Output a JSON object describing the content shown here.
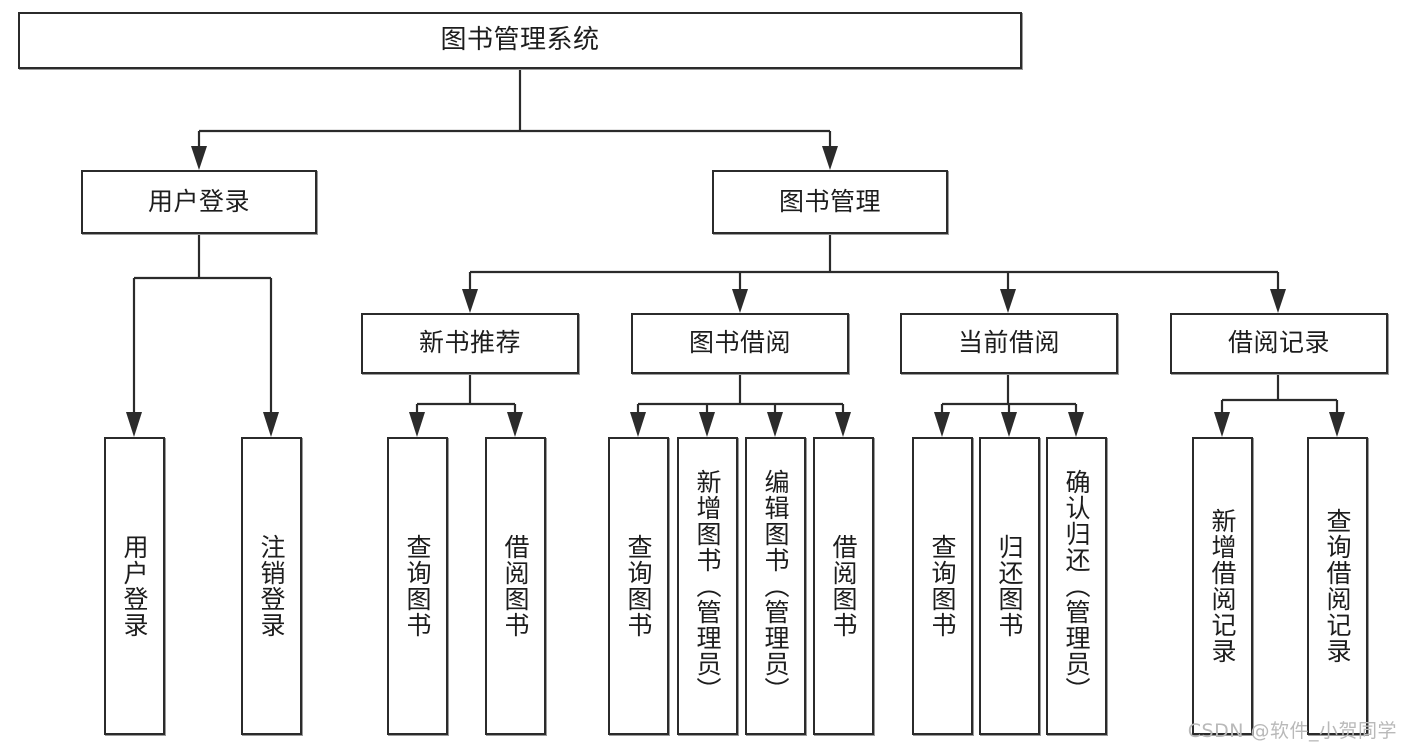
{
  "diagram": {
    "title": "图书管理系统",
    "type": "tree",
    "watermark": "CSDN @软件_小贺同学",
    "colors": {
      "stroke": "#2b2b2b",
      "fill": "#ffffff",
      "text": "#1d1d1d",
      "watermark": "#b9b9b9"
    },
    "nodes": {
      "root": {
        "label": "图书管理系统"
      },
      "level2": [
        {
          "label": "用户登录"
        },
        {
          "label": "图书管理"
        }
      ],
      "level3": [
        {
          "label": "新书推荐"
        },
        {
          "label": "图书借阅"
        },
        {
          "label": "当前借阅"
        },
        {
          "label": "借阅记录"
        }
      ],
      "leaves": {
        "user_login": [
          {
            "label": "用户登录"
          },
          {
            "label": "注销登录"
          }
        ],
        "new_book": [
          {
            "label": "查询图书"
          },
          {
            "label": "借阅图书"
          }
        ],
        "book_borrow": [
          {
            "label": "查询图书"
          },
          {
            "label": "新增图书（管理员）"
          },
          {
            "label": "编辑图书（管理员）"
          },
          {
            "label": "借阅图书"
          }
        ],
        "current_borrow": [
          {
            "label": "查询图书"
          },
          {
            "label": "归还图书"
          },
          {
            "label": "确认归还（管理员）"
          }
        ],
        "borrow_record": [
          {
            "label": "新增借阅记录"
          },
          {
            "label": "查询借阅记录"
          }
        ]
      }
    }
  }
}
